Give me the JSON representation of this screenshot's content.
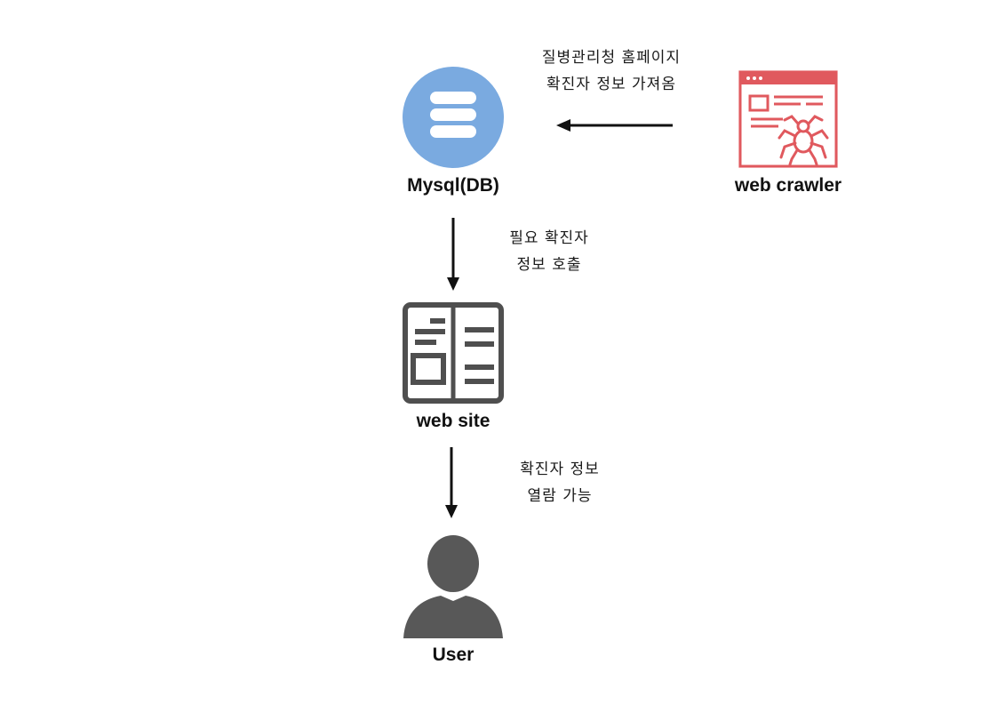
{
  "nodes": {
    "db": {
      "label": "Mysql(DB)",
      "icon": "database-icon"
    },
    "crawler": {
      "label": "web crawler",
      "icon": "spider-webpage-icon"
    },
    "website": {
      "label": "web site",
      "icon": "webpage-layout-icon"
    },
    "user": {
      "label": "User",
      "icon": "user-icon"
    }
  },
  "edges": {
    "crawler_to_db": {
      "line1": "질병관리청 홈페이지",
      "line2": "확진자 정보 가져옴"
    },
    "db_to_website": {
      "line1": "필요 확진자",
      "line2": "정보 호출"
    },
    "website_to_user": {
      "line1": "확진자 정보",
      "line2": "열람 가능"
    }
  },
  "colors": {
    "db_circle": "#7aaae0",
    "crawler_icon": "#e0595e",
    "website_icon": "#4f4f4f",
    "user_icon": "#585858",
    "arrow": "#111111"
  }
}
